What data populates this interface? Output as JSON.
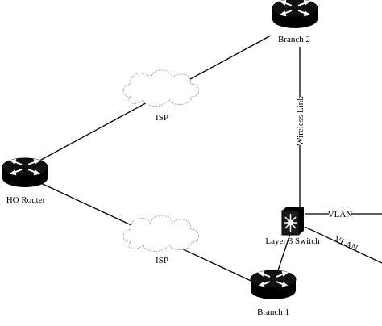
{
  "nodes": {
    "ho_router": {
      "label": "HO Router",
      "icon": "router-icon"
    },
    "branch_1": {
      "label": "Branch 1",
      "icon": "router-icon"
    },
    "branch_2": {
      "label": "Branch 2",
      "icon": "router-icon"
    },
    "layer3_switch": {
      "label": "Layer 3 Switch",
      "icon": "layer3-switch-icon"
    }
  },
  "clouds": {
    "isp_top": {
      "label": "ISP",
      "icon": "cloud-icon"
    },
    "isp_bottom": {
      "label": "ISP",
      "icon": "cloud-icon"
    }
  },
  "links": {
    "wireless_link": "Wireless Link",
    "vlan_1": "VLAN",
    "vlan_2": "VLAN"
  },
  "colors": {
    "router_top": "#111111",
    "router_side": "#000000",
    "line": "#000000",
    "background": "#ffffff"
  }
}
